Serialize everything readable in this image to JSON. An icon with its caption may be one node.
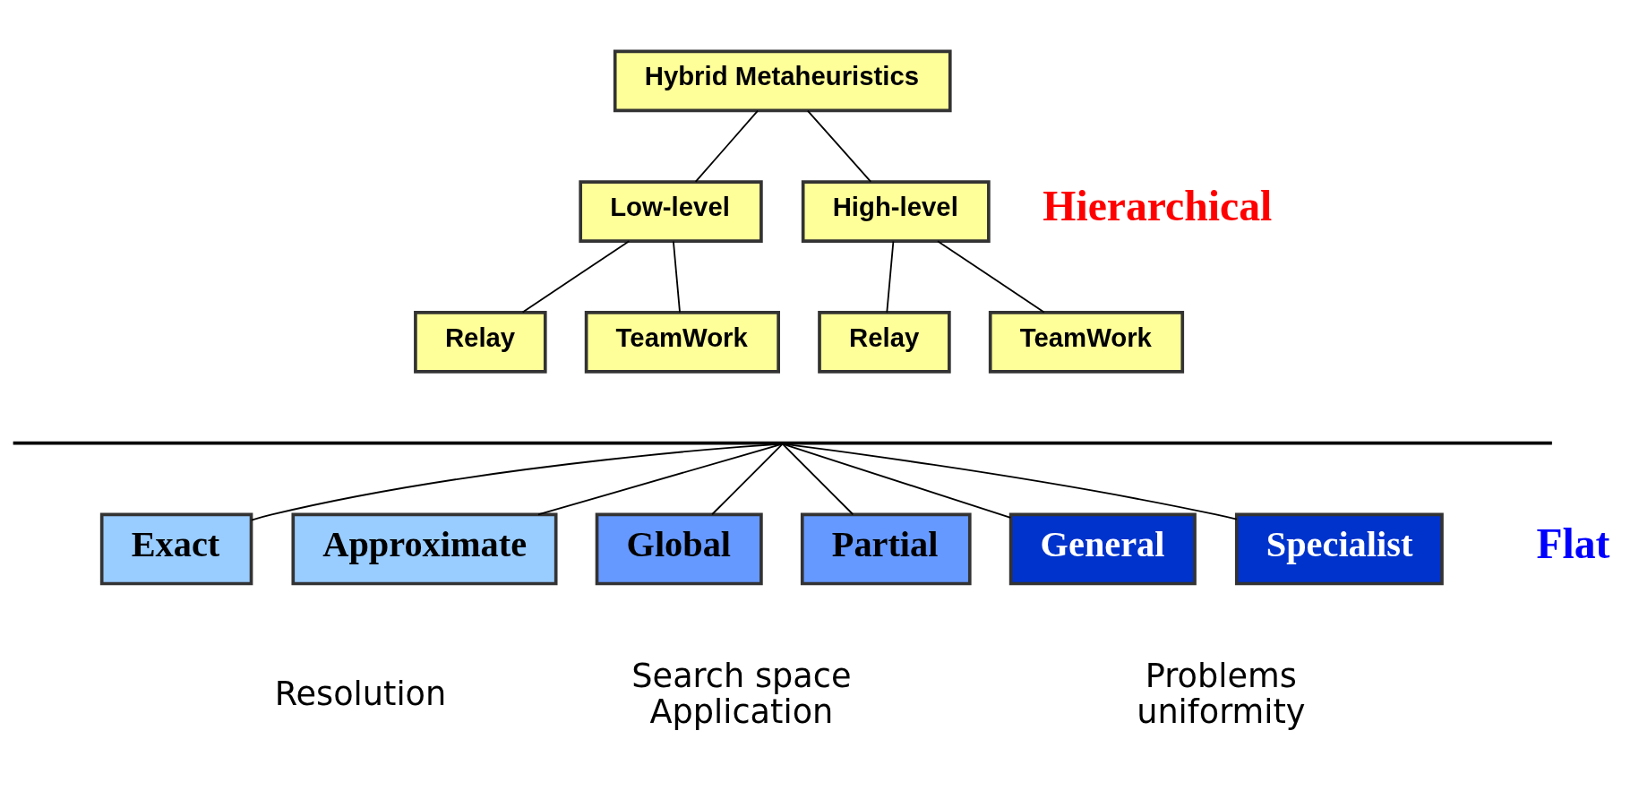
{
  "diagram": {
    "nodes": [
      {
        "text": [
          "Hybrid Metaheuristics"
        ]
      },
      {
        "text": [
          "Low-level"
        ]
      },
      {
        "text": [
          "High-level"
        ]
      },
      {
        "text": [
          "Relay"
        ]
      },
      {
        "text": [
          "TeamWork"
        ]
      },
      {
        "text": [
          "Relay"
        ]
      },
      {
        "text": [
          "TeamWork"
        ]
      },
      {
        "text": [],
        "shape": "bar"
      },
      {
        "text": [
          "Exact"
        ]
      },
      {
        "text": [
          "Approximate"
        ]
      },
      {
        "text": [
          "Global"
        ]
      },
      {
        "text": [
          "Partial"
        ]
      },
      {
        "text": [
          "General"
        ]
      },
      {
        "text": [
          "Specialist"
        ]
      }
    ],
    "edges": [
      {
        "from": 0,
        "to": 1,
        "arrow": "none"
      },
      {
        "from": 0,
        "to": 2,
        "arrow": "none"
      },
      {
        "from": 1,
        "to": 3,
        "arrow": "none"
      },
      {
        "from": 1,
        "to": 4,
        "arrow": "none"
      },
      {
        "from": 2,
        "to": 5,
        "arrow": "none"
      },
      {
        "from": 2,
        "to": 6,
        "arrow": "none"
      },
      {
        "from": 7,
        "to": 8,
        "arrow": "none"
      },
      {
        "from": 7,
        "to": 9,
        "arrow": "none"
      },
      {
        "from": 7,
        "to": 10,
        "arrow": "none"
      },
      {
        "from": 7,
        "to": 11,
        "arrow": "none"
      },
      {
        "from": 7,
        "to": 12,
        "arrow": "none"
      },
      {
        "from": 7,
        "to": 13,
        "arrow": "none"
      }
    ],
    "labels": [
      "Hierarchical",
      "Flat",
      "Resolution",
      "Search space Application",
      "Problems uniformity"
    ]
  }
}
